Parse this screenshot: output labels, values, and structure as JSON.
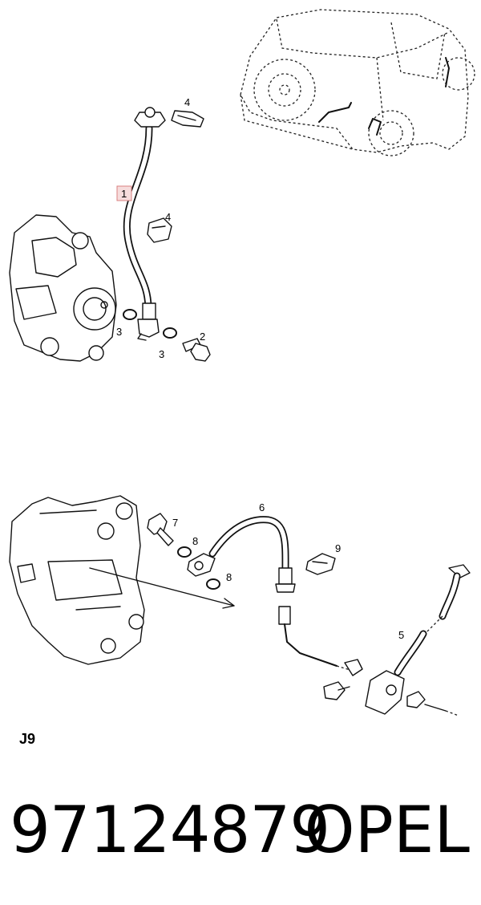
{
  "callouts_upper": [
    "1",
    "2",
    "3",
    "3",
    "4",
    "4"
  ],
  "callouts_lower": [
    "5",
    "6",
    "7",
    "8",
    "8",
    "9"
  ],
  "section_label": "J9",
  "part_number": "97124879",
  "brand": "OPEL",
  "highlight_color": "#f6dcdc"
}
